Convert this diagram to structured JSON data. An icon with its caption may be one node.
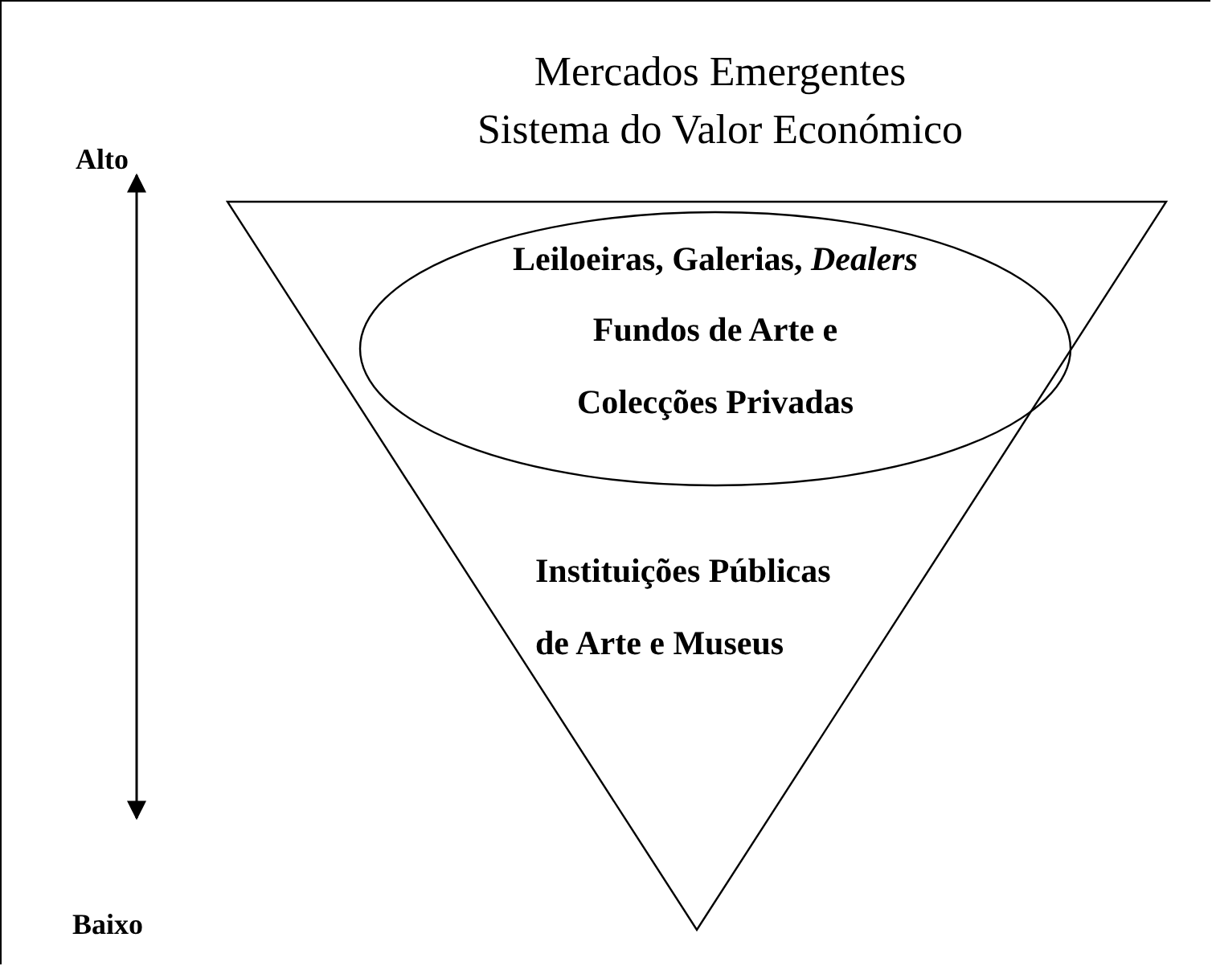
{
  "diagram": {
    "title": "Mercados Emergentes Sistema do Valor Económico",
    "nodes": [
      {
        "text": [
          "Instituições Públicas de Arte e Museus"
        ]
      },
      {
        "text": [
          "Leiloeiras, Galerias, *Dealers*",
          "Fundos de Arte e Colecções Privadas"
        ],
        "in": 0
      }
    ],
    "edges": [],
    "labels": [
      "Alto",
      "Baixo"
    ]
  }
}
